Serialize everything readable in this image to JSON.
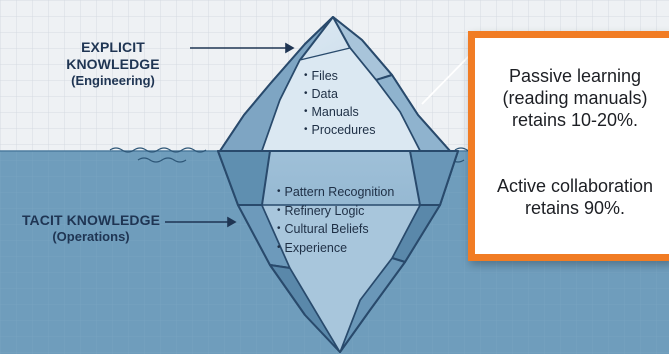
{
  "explicit": {
    "title": "EXPLICIT KNOWLEDGE",
    "subtitle": "(Engineering)"
  },
  "tacit": {
    "title": "TACIT KNOWLEDGE",
    "subtitle": "(Operations)"
  },
  "above_water_items": [
    "Files",
    "Data",
    "Manuals",
    "Procedures"
  ],
  "below_water_items": [
    "Pattern Recognition",
    "Refinery Logic",
    "Cultural Beliefs",
    "Experience"
  ],
  "callout": {
    "passive": "Passive learning (reading manuals) retains 10-20%.",
    "active": "Active collaboration retains 90%."
  },
  "colors": {
    "accent": "#f17c24",
    "water": "#6f9dbc",
    "label_navy": "#1f3553",
    "ice_light": "#cfe0ed",
    "ice_under": "#5f8fb0"
  }
}
